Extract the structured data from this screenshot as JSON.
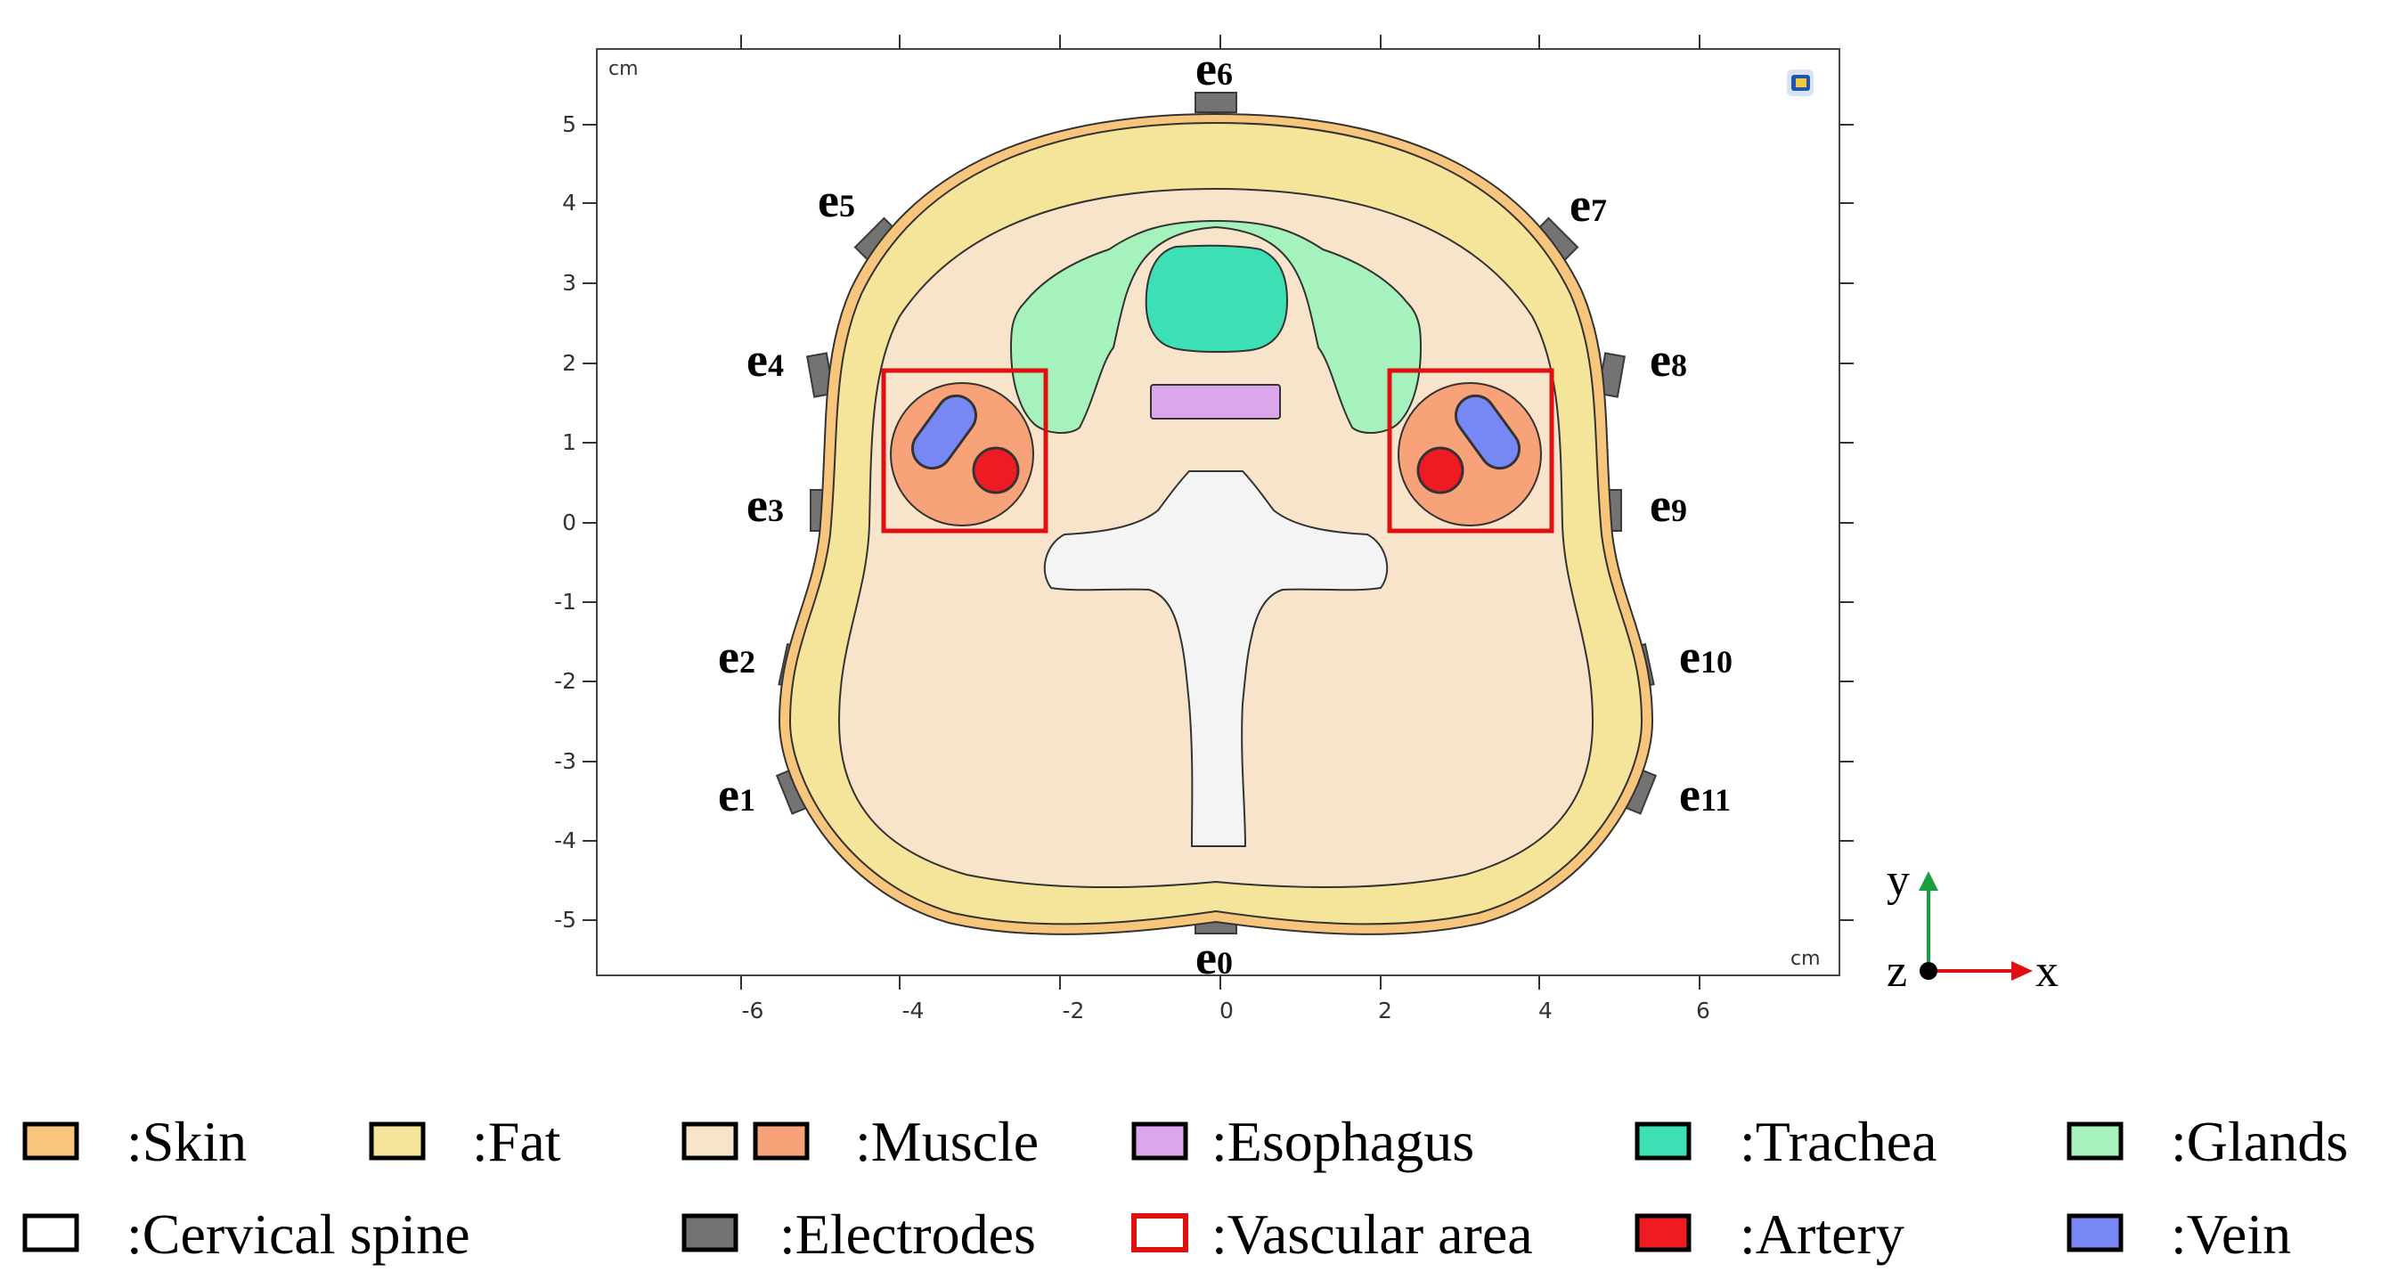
{
  "plot": {
    "unit_top_left": "cm",
    "unit_bottom_right": "cm",
    "x_ticks": [
      "-6",
      "-4",
      "-2",
      "0",
      "2",
      "4",
      "6"
    ],
    "y_ticks": [
      "5",
      "4",
      "3",
      "2",
      "1",
      "0",
      "-1",
      "-2",
      "-3",
      "-4",
      "-5"
    ]
  },
  "electrodes": [
    {
      "letter": "e",
      "index": "0"
    },
    {
      "letter": "e",
      "index": "1"
    },
    {
      "letter": "e",
      "index": "2"
    },
    {
      "letter": "e",
      "index": "3"
    },
    {
      "letter": "e",
      "index": "4"
    },
    {
      "letter": "e",
      "index": "5"
    },
    {
      "letter": "e",
      "index": "6"
    },
    {
      "letter": "e",
      "index": "7"
    },
    {
      "letter": "e",
      "index": "8"
    },
    {
      "letter": "e",
      "index": "9"
    },
    {
      "letter": "e",
      "index": "10"
    },
    {
      "letter": "e",
      "index": "11"
    }
  ],
  "axes_triad": {
    "y": "y",
    "z": "z",
    "x": "x"
  },
  "colors": {
    "skin": "#f7c67c",
    "fat": "#f4e59a",
    "muscle_light": "#f7e4cb",
    "muscle_dark": "#f8a27a",
    "esophagus": "#dca6ec",
    "trachea": "#3de0b4",
    "glands": "#a6f2bc",
    "spine": "#f4f4f4",
    "electrode": "#737373",
    "vascular_outline": "#e01010",
    "artery": "#ee1c22",
    "vein": "#7788f4"
  },
  "legend": {
    "skin": ":Skin",
    "fat": ":Fat",
    "muscle": ":Muscle",
    "esophagus": ":Esophagus",
    "trachea": ":Trachea",
    "glands": ":Glands",
    "spine": ":Cervical spine",
    "electrodes": ":Electrodes",
    "vascular": ":Vascular area",
    "artery": ":Artery",
    "vein": ":Vein"
  }
}
